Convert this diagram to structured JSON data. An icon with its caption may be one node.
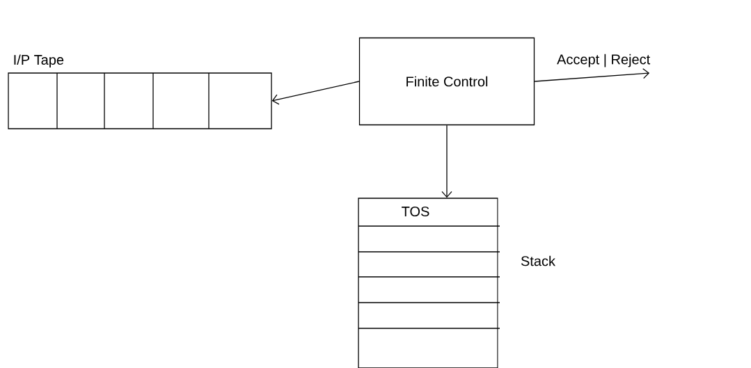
{
  "diagram": {
    "nodes": [
      {
        "text": [
          "I/P Tape"
        ]
      },
      {
        "text": [
          "Finite Control"
        ]
      },
      {
        "text": [
          "TOS"
        ],
        "beside": [
          "Stack"
        ]
      }
    ],
    "edges": [
      {
        "from": 1,
        "to": 0,
        "arrow": "to"
      },
      {
        "from": 1,
        "to": null,
        "arrow": "to",
        "label": "Accept | Reject"
      },
      {
        "from": 1,
        "to": 2,
        "arrow": "to"
      }
    ]
  }
}
